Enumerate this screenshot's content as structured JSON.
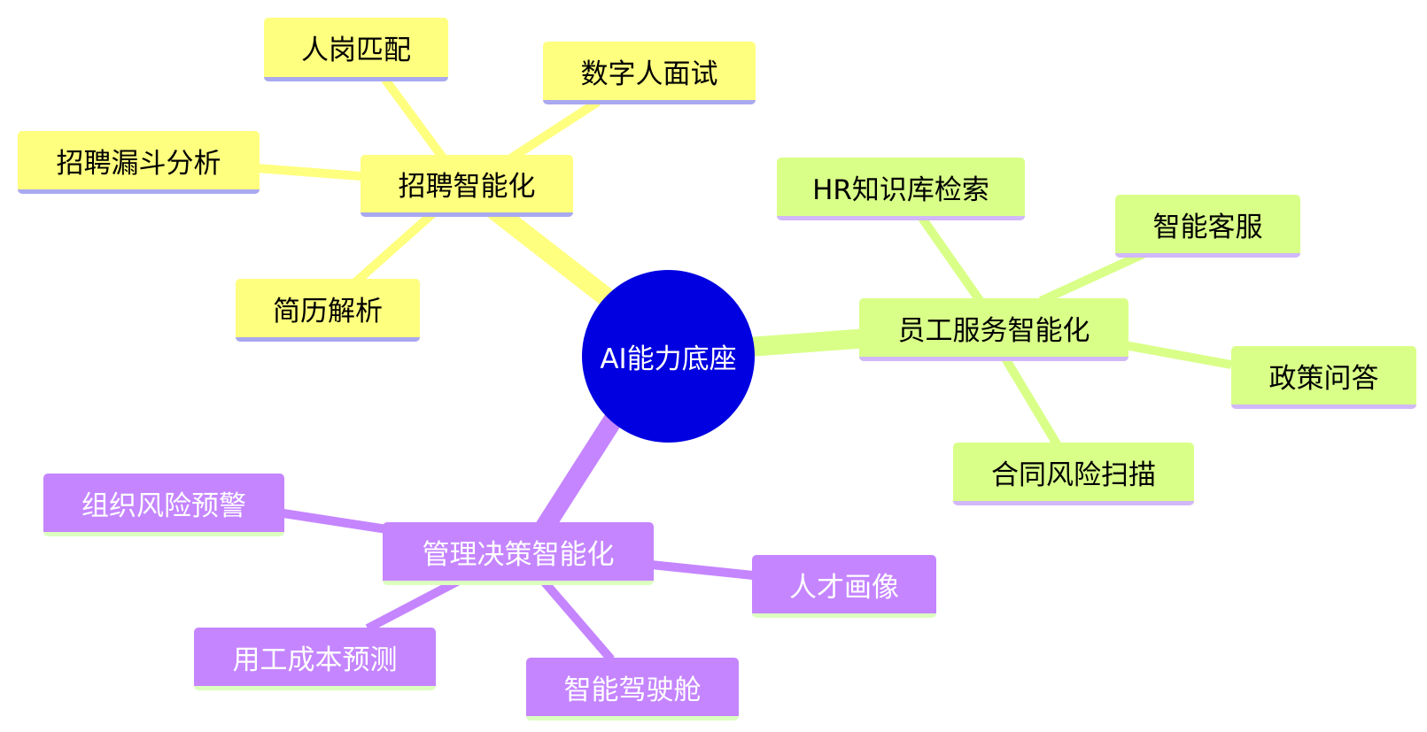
{
  "center": {
    "label": "AI能力底座",
    "color": "#0000e0"
  },
  "branches": {
    "recruit": {
      "label": "招聘智能化",
      "color": "#ffff7f",
      "children": [
        "人岗匹配",
        "数字人面试",
        "招聘漏斗分析",
        "简历解析"
      ]
    },
    "employee": {
      "label": "员工服务智能化",
      "color": "#d9ff88",
      "children": [
        "HR知识库检索",
        "智能客服",
        "政策问答",
        "合同风险扫描"
      ]
    },
    "management": {
      "label": "管理决策智能化",
      "color": "#c585ff",
      "children": [
        "组织风险预警",
        "人才画像",
        "用工成本预测",
        "智能驾驶舱"
      ]
    }
  }
}
